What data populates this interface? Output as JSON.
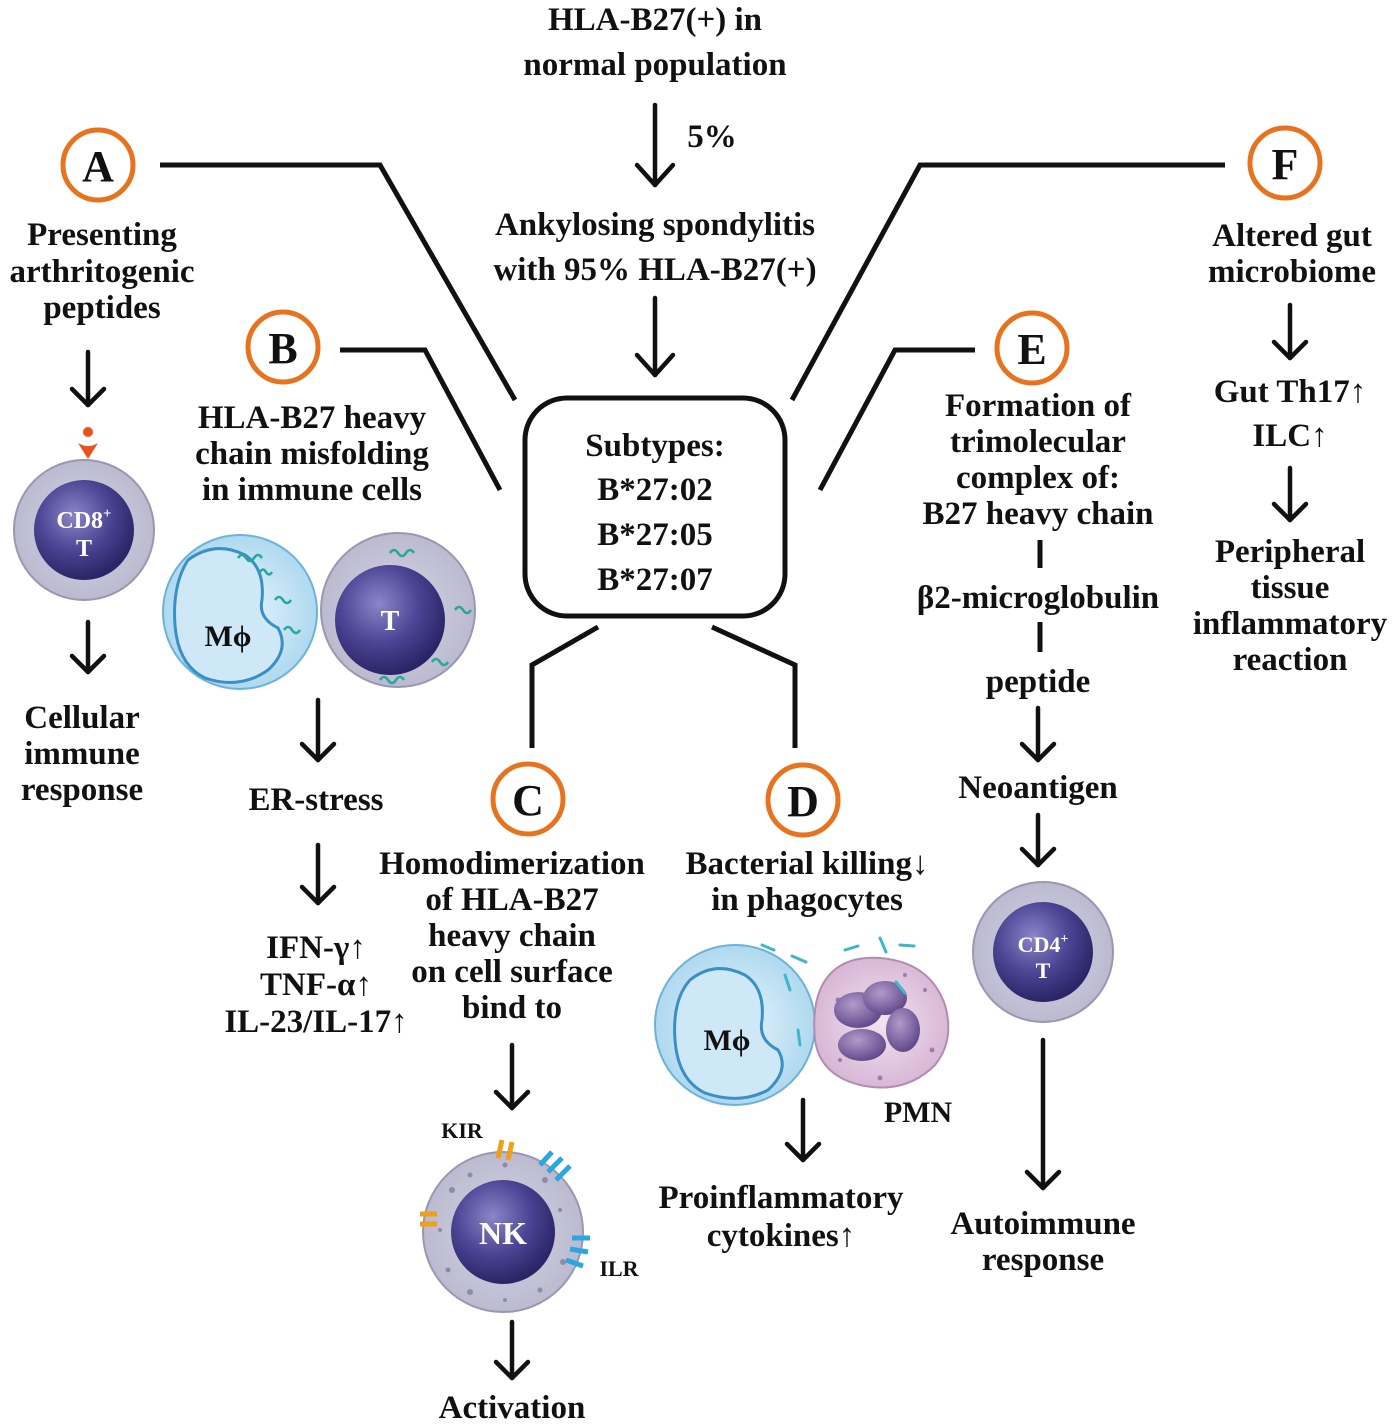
{
  "colors": {
    "badge_ring": "#e8731f",
    "line": "#111111",
    "cell_nucleus": "#3f3a86",
    "kir": "#f0a018",
    "ilr": "#2aa6e0",
    "microbe": "#27a89a"
  },
  "top": {
    "line1": "HLA-B27(+) in",
    "line2": "normal population",
    "arrow_label": "5%",
    "as_line1": "Ankylosing spondylitis",
    "as_line2": "with 95% HLA-B27(+)"
  },
  "center": {
    "title": "Subtypes:",
    "subtypes": [
      "B*27:02",
      "B*27:05",
      "B*27:07"
    ]
  },
  "A": {
    "badge": "A",
    "lines": [
      "Presenting",
      "arthritogenic",
      "peptides"
    ],
    "cell": "CD8",
    "cell_sup": "+",
    "cell_line2": "T",
    "result": [
      "Cellular",
      "immune",
      "response"
    ]
  },
  "B": {
    "badge": "B",
    "lines": [
      "HLA-B27 heavy",
      "chain misfolding",
      "in immune cells"
    ],
    "cell1": "Mϕ",
    "cell2": "T",
    "stress": "ER-stress",
    "cytokines": [
      "IFN-γ↑",
      "TNF-α↑",
      "IL-23/IL-17↑"
    ]
  },
  "C": {
    "badge": "C",
    "lines": [
      "Homodimerization",
      "of HLA-B27",
      "heavy chain",
      "on cell surface",
      "bind to"
    ],
    "kir": "KIR",
    "ilr": "ILR",
    "cell": "NK",
    "result": "Activation"
  },
  "D": {
    "badge": "D",
    "lines": [
      "Bacterial killing↓",
      "in phagocytes"
    ],
    "cell1": "Mϕ",
    "pmn": "PMN",
    "result": [
      "Proinflammatory",
      "cytokines↑"
    ]
  },
  "E": {
    "badge": "E",
    "lines": [
      "Formation of",
      "trimolecular",
      "complex of:",
      "B27 heavy chain"
    ],
    "b2m": "β2-microglobulin",
    "peptide": "peptide",
    "neoantigen": "Neoantigen",
    "cell": "CD4",
    "cell_sup": "+",
    "cell_line2": "T",
    "result": [
      "Autoimmune",
      "response"
    ]
  },
  "F": {
    "badge": "F",
    "lines": [
      "Altered gut",
      "microbiome"
    ],
    "th17": [
      "Gut Th17↑",
      "ILC↑"
    ],
    "result": [
      "Peripheral",
      "tissue",
      "inflammatory",
      "reaction"
    ]
  }
}
